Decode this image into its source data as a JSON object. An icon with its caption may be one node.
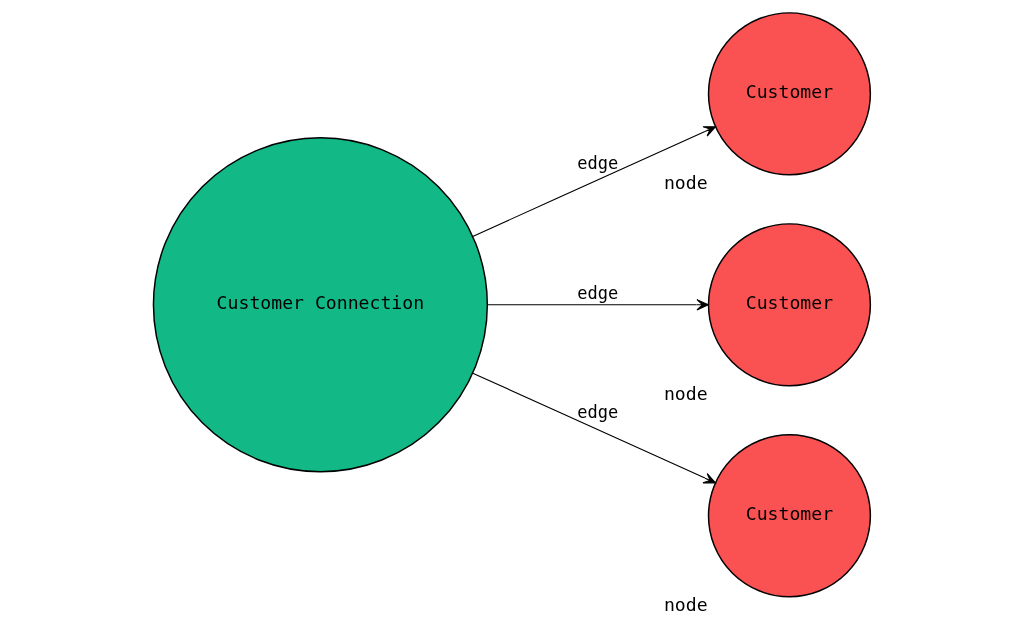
{
  "diagram": {
    "nodes": [
      {
        "text": [
          "Customer Connection"
        ]
      },
      {
        "text": [
          "Customer"
        ],
        "beside": [
          "node"
        ]
      },
      {
        "text": [
          "Customer"
        ],
        "beside": [
          "node"
        ]
      },
      {
        "text": [
          "Customer"
        ],
        "beside": [
          "node"
        ]
      }
    ],
    "edges": [
      {
        "from": 0,
        "to": 1,
        "arrow": "to",
        "label": "edge"
      },
      {
        "from": 0,
        "to": 2,
        "arrow": "to",
        "label": "edge"
      },
      {
        "from": 0,
        "to": 3,
        "arrow": "to",
        "label": "edge"
      }
    ]
  }
}
